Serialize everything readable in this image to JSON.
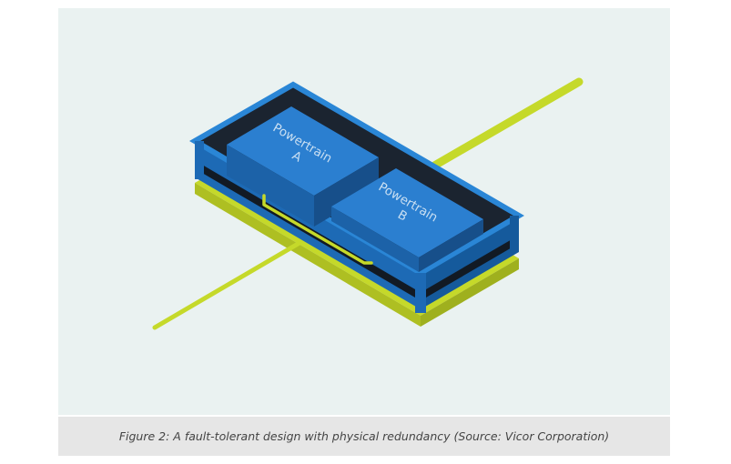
{
  "figure": {
    "powertrain_a": {
      "line1": "Powertrain",
      "line2": "A"
    },
    "powertrain_b": {
      "line1": "Powertrain",
      "line2": "B"
    },
    "colors": {
      "background": "#eaf2f1",
      "enclosure_blue": "#1a6bb8",
      "enclosure_dark": "#0f4f8e",
      "module_top": "#2b7fd0",
      "rail_green": "#c5d92a"
    }
  },
  "caption": {
    "text": "Figure 2: A fault-tolerant design with physical redundancy (Source: Vicor Corporation)"
  }
}
